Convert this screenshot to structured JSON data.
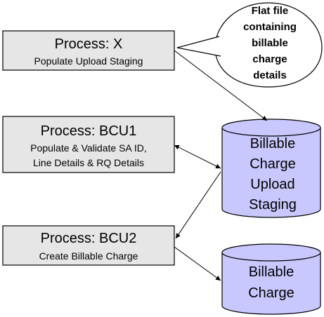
{
  "processes": [
    {
      "title": "Process: X",
      "lines": [
        "Populate Upload Staging"
      ]
    },
    {
      "title": "Process: BCU1",
      "lines": [
        "Populate & Validate SA ID,",
        "Line Details & RQ Details"
      ]
    },
    {
      "title": "Process: BCU2",
      "lines": [
        "Create Billable Charge"
      ]
    }
  ],
  "flat_file": {
    "lines": [
      "Flat file",
      "containing",
      "billable",
      "charge",
      "details"
    ]
  },
  "databases": [
    {
      "lines": [
        "Billable",
        "Charge",
        "Upload",
        "Staging"
      ]
    },
    {
      "lines": [
        "Billable",
        "Charge"
      ]
    }
  ],
  "colors": {
    "process_fill": "#e6e6e6",
    "db_fill": "#c8c8ff",
    "stroke": "#000000"
  }
}
